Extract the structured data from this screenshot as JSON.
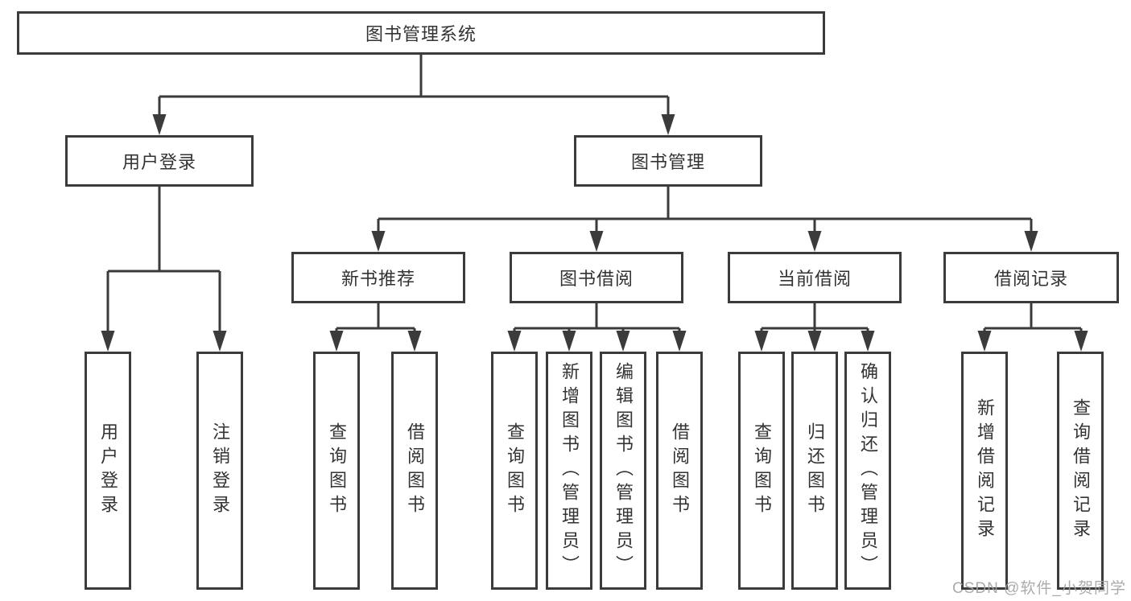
{
  "diagram": {
    "root": {
      "label": "图书管理系统"
    },
    "level2": [
      {
        "label": "用户登录"
      },
      {
        "label": "图书管理"
      }
    ],
    "level3": [
      {
        "label": "新书推荐"
      },
      {
        "label": "图书借阅"
      },
      {
        "label": "当前借阅"
      },
      {
        "label": "借阅记录"
      }
    ],
    "leaves": {
      "user_login": [
        "用户登录",
        "注销登录"
      ],
      "new_books": [
        "查询图书",
        "借阅图书"
      ],
      "book_borrow": [
        "查询图书",
        "新增图书（管理员）",
        "编辑图书（管理员）",
        "借阅图书"
      ],
      "current_borrow": [
        "查询图书",
        "归还图书",
        "确认归还（管理员）"
      ],
      "borrow_records": [
        "新增借阅记录",
        "查询借阅记录"
      ]
    }
  },
  "watermark": "CSDN @软件_小贺同学",
  "colors": {
    "line": "#3b3b3b",
    "text": "#333333",
    "background": "#ffffff",
    "watermark": "#a3a3a3"
  }
}
